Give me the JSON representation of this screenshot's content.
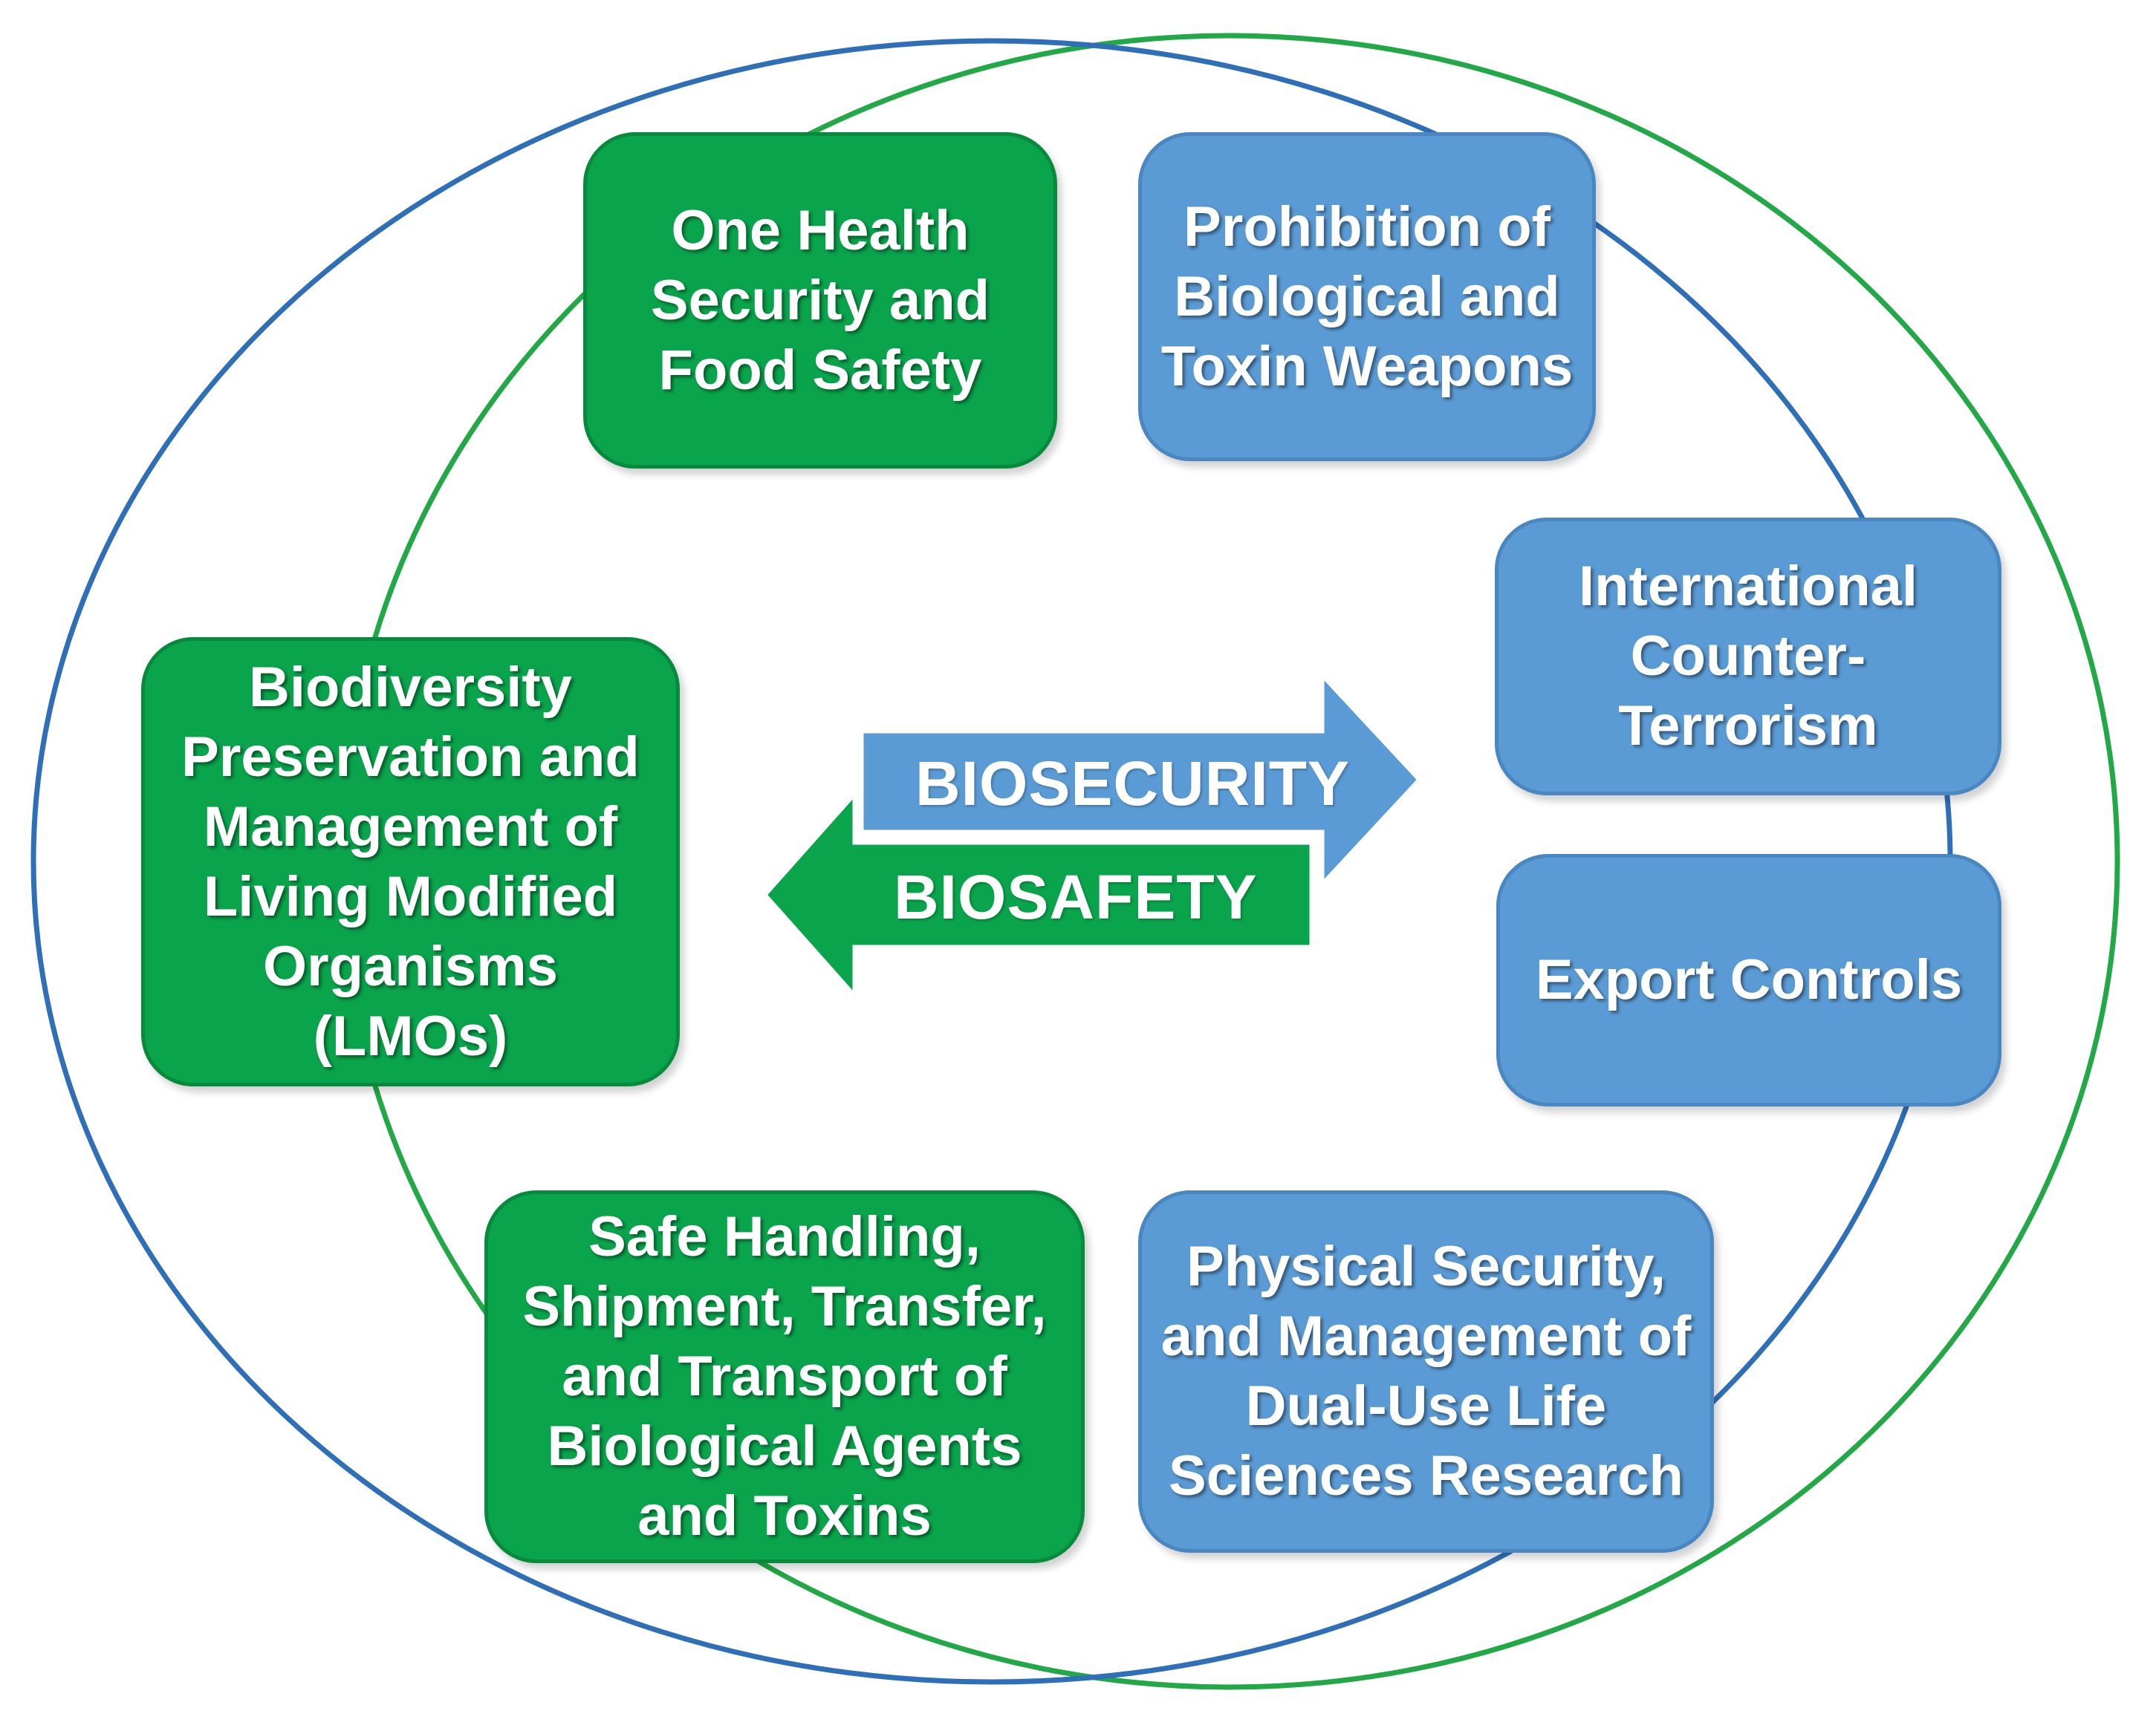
{
  "colors": {
    "green": "#0aa44c",
    "blue": "#5b9bd5",
    "outer_green_ring": "#22a846",
    "outer_blue_ring": "#2f6fb8"
  },
  "arrows": {
    "biosecurity": "BIOSECURITY",
    "biosafety": "BIOSAFETY"
  },
  "boxes": {
    "one_health": "One Health\nSecurity and\nFood Safety",
    "prohibition": "Prohibition of\nBiological and\nToxin Weapons",
    "counter_terrorism": "International\nCounter-\nTerrorism",
    "export_controls": "Export Controls",
    "physical_security": "Physical Security,\nand Management of\nDual-Use Life\nSciences Research",
    "safe_handling": "Safe Handling,\nShipment, Transfer,\nand Transport of\nBiological Agents\nand Toxins",
    "biodiversity": "Biodiversity\nPreservation and\nManagement of\nLiving Modified\nOrganisms\n(LMOs)"
  }
}
